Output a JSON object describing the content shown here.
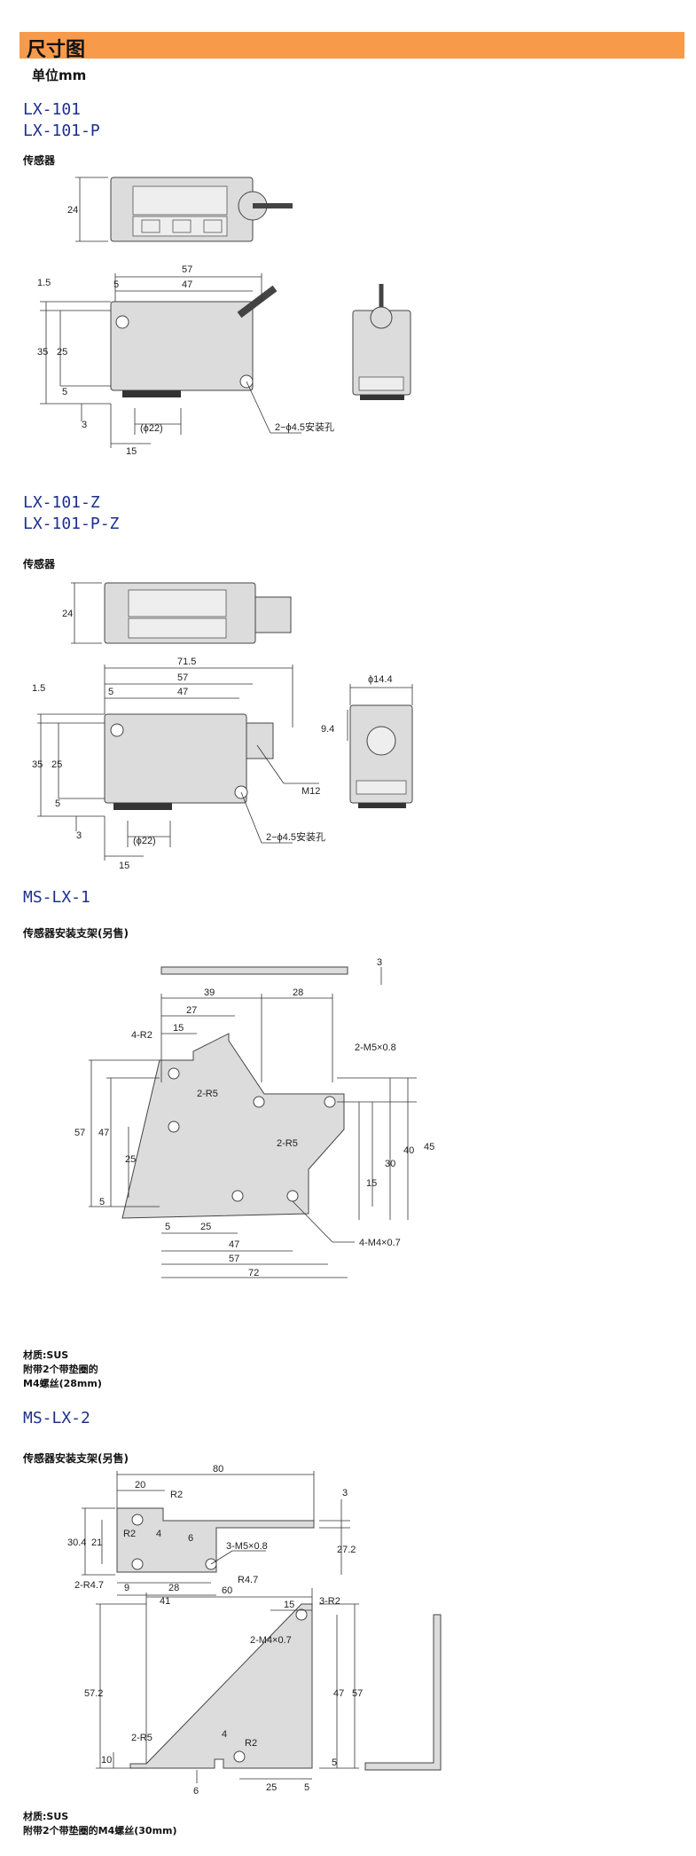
{
  "header": {
    "title": "尺寸图",
    "unit": "单位mm"
  },
  "section1": {
    "models": [
      "LX-101",
      "LX-101-P"
    ],
    "caption": "传感器",
    "dims": {
      "front_h": "24",
      "w57": "57",
      "w47": "47",
      "w5": "5",
      "t15": "1.5",
      "h35": "35",
      "h25": "25",
      "h5": "5",
      "h3": "3",
      "phi22": "(ϕ22)",
      "w15": "15",
      "hole": "2−ϕ4.5安装孔"
    }
  },
  "section2": {
    "models": [
      "LX-101-Z",
      "LX-101-P-Z"
    ],
    "caption": "传感器",
    "dims": {
      "front_h": "24",
      "w715": "71.5",
      "w57": "57",
      "w47": "47",
      "w5": "5",
      "t15": "1.5",
      "h35": "35",
      "h25": "25",
      "h5": "5",
      "h3": "3",
      "phi22": "(ϕ22)",
      "w15": "15",
      "m12": "M12",
      "phi144": "ϕ14.4",
      "d94": "9.4",
      "hole": "2−ϕ4.5安装孔"
    }
  },
  "section3": {
    "model": "MS-LX-1",
    "caption": "传感器安装支架(另售)",
    "dims": {
      "t3": "3",
      "w39": "39",
      "w28": "28",
      "w27": "27",
      "w15": "15",
      "r4": "4-R2",
      "m5": "2-M5×0.8",
      "r5a": "2-R5",
      "r5b": "2-R5",
      "h57": "57",
      "h47": "47",
      "h25": "25",
      "h5": "5",
      "h30": "30",
      "h15": "15",
      "h40": "40",
      "h45": "45",
      "b5": "5",
      "b25": "25",
      "b47": "47",
      "b57": "57",
      "b72": "72",
      "m4": "4-M4×0.7"
    },
    "note": [
      "材质:SUS",
      "附带2个带垫圈的",
      "M4螺丝(28mm)"
    ]
  },
  "section4": {
    "model": "MS-LX-2",
    "caption": "传感器安装支架(另售)",
    "dims": {
      "w80": "80",
      "w20": "20",
      "r2a": "R2",
      "r2b": "R2",
      "s4": "4",
      "s6": "6",
      "t3": "3",
      "h304": "30.4",
      "h21": "21",
      "m5": "3-M5×0.8",
      "h272": "27.2",
      "r47a": "2-R4.7",
      "r47b": "R4.7",
      "w9": "9",
      "w28": "28",
      "w41": "41",
      "w60": "60",
      "w15": "15",
      "r3": "3-R2",
      "m4": "2-M4×0.7",
      "h572": "57.2",
      "h47": "47",
      "h57": "57",
      "r5": "2-R5",
      "s4b": "4",
      "r2c": "R2",
      "h10": "10",
      "h5": "5",
      "w6": "6",
      "w25": "25",
      "w5": "5"
    },
    "note": [
      "材质:SUS",
      "附带2个带垫圈的M4螺丝(30mm)"
    ]
  }
}
